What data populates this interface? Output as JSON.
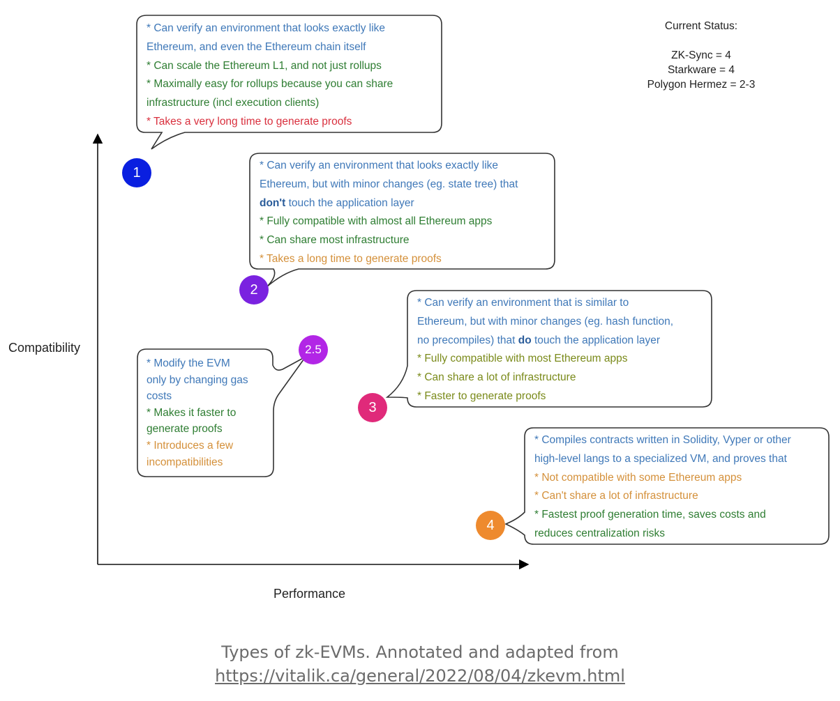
{
  "diagram": {
    "axes": {
      "y_label": "Compatibility",
      "x_label": "Performance"
    },
    "status": {
      "title": "Current Status:",
      "items": [
        "ZK-Sync = 4",
        "Starkware = 4",
        "Polygon Hermez = 2-3"
      ]
    },
    "types": [
      {
        "badge": "1",
        "color": "#0a1fe0",
        "lines": [
          {
            "text": "* Can verify an environment that looks exactly like",
            "tone": "blue"
          },
          {
            "text": "Ethereum, and even the Ethereum chain itself",
            "tone": "blue"
          },
          {
            "text": "* Can scale the Ethereum L1, and not just rollups",
            "tone": "green"
          },
          {
            "text": "* Maximally easy for rollups because you can share",
            "tone": "green"
          },
          {
            "text": "infrastructure (incl execution clients)",
            "tone": "green"
          },
          {
            "text": "* Takes a very long time to generate proofs",
            "tone": "red"
          }
        ]
      },
      {
        "badge": "2",
        "color": "#7a22e0",
        "lines": [
          {
            "text": "* Can verify an environment that looks exactly like",
            "tone": "blue"
          },
          {
            "text": "Ethereum, but with minor changes (eg. state tree) that",
            "tone": "blue"
          },
          {
            "bold": "don't",
            "text": " touch the application layer",
            "tone": "blue"
          },
          {
            "text": "* Fully compatible with almost all Ethereum apps",
            "tone": "green"
          },
          {
            "text": "* Can share most infrastructure",
            "tone": "green"
          },
          {
            "text": "* Takes a long time to generate proofs",
            "tone": "orange"
          }
        ]
      },
      {
        "badge": "2.5",
        "color": "#b226e6",
        "lines": [
          {
            "text": "* Modify the EVM",
            "tone": "blue"
          },
          {
            "text": "only by changing gas",
            "tone": "blue"
          },
          {
            "text": "costs",
            "tone": "blue"
          },
          {
            "text": "* Makes it faster to",
            "tone": "green"
          },
          {
            "text": "generate proofs",
            "tone": "green"
          },
          {
            "text": "* Introduces a few",
            "tone": "orange"
          },
          {
            "text": "incompatibilities",
            "tone": "orange"
          }
        ]
      },
      {
        "badge": "3",
        "color": "#e02a7a",
        "lines": [
          {
            "text": "* Can verify an environment that is similar to",
            "tone": "blue"
          },
          {
            "text": "Ethereum, but with minor changes (eg. hash function,",
            "tone": "blue"
          },
          {
            "text": "no precompiles) that ",
            "bold_after": "do",
            "text_after": " touch the application layer",
            "tone": "blue"
          },
          {
            "text": "* Fully compatible with most Ethereum apps",
            "tone": "olive"
          },
          {
            "text": "* Can share a lot of infrastructure",
            "tone": "olive"
          },
          {
            "text": "* Faster to generate proofs",
            "tone": "olive"
          }
        ]
      },
      {
        "badge": "4",
        "color": "#ee8a2e",
        "lines": [
          {
            "text": "* Compiles contracts written in Solidity, Vyper or other",
            "tone": "blue"
          },
          {
            "text": "high-level langs to a specialized VM, and proves that",
            "tone": "blue"
          },
          {
            "text": "* Not compatible with some Ethereum apps",
            "tone": "orange"
          },
          {
            "text": "* Can't share a lot of infrastructure",
            "tone": "orange"
          },
          {
            "text": "* Fastest proof generation time, saves costs and",
            "tone": "green"
          },
          {
            "text": "reduces centralization risks",
            "tone": "green"
          }
        ]
      }
    ]
  },
  "caption": {
    "text": "Types of zk-EVMs. Annotated and adapted from",
    "link": "https://vitalik.ca/general/2022/08/04/zkevm.html"
  }
}
